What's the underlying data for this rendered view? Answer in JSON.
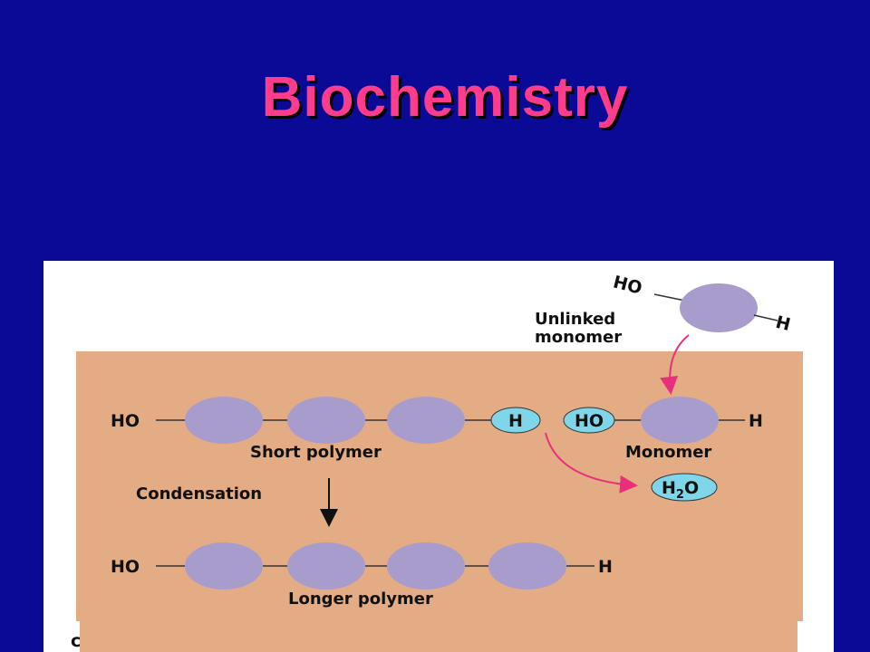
{
  "slide": {
    "title": "Biochemistry"
  },
  "diagram": {
    "labels": {
      "ho_top": "HO",
      "h_top": "H",
      "unlinked_monomer_line1": "Unlinked",
      "unlinked_monomer_line2": "monomer",
      "ho_left_short": "HO",
      "h_bead": "H",
      "ho_bead": "HO",
      "h_right_monomer": "H",
      "short_polymer": "Short polymer",
      "monomer": "Monomer",
      "condensation": "Condensation",
      "water_h": "H",
      "water_sub": "2",
      "water_o": "O",
      "ho_left_long": "HO",
      "h_right_long": "H",
      "longer_polymer": "Longer polymer"
    },
    "colors": {
      "background": "#0a0a96",
      "title": "#ff3c8c",
      "panel": "#e4ac84",
      "monomer": "#a89ccc",
      "cyan_bead": "#7fd6e8",
      "arrow_pink": "#e8307a"
    }
  }
}
